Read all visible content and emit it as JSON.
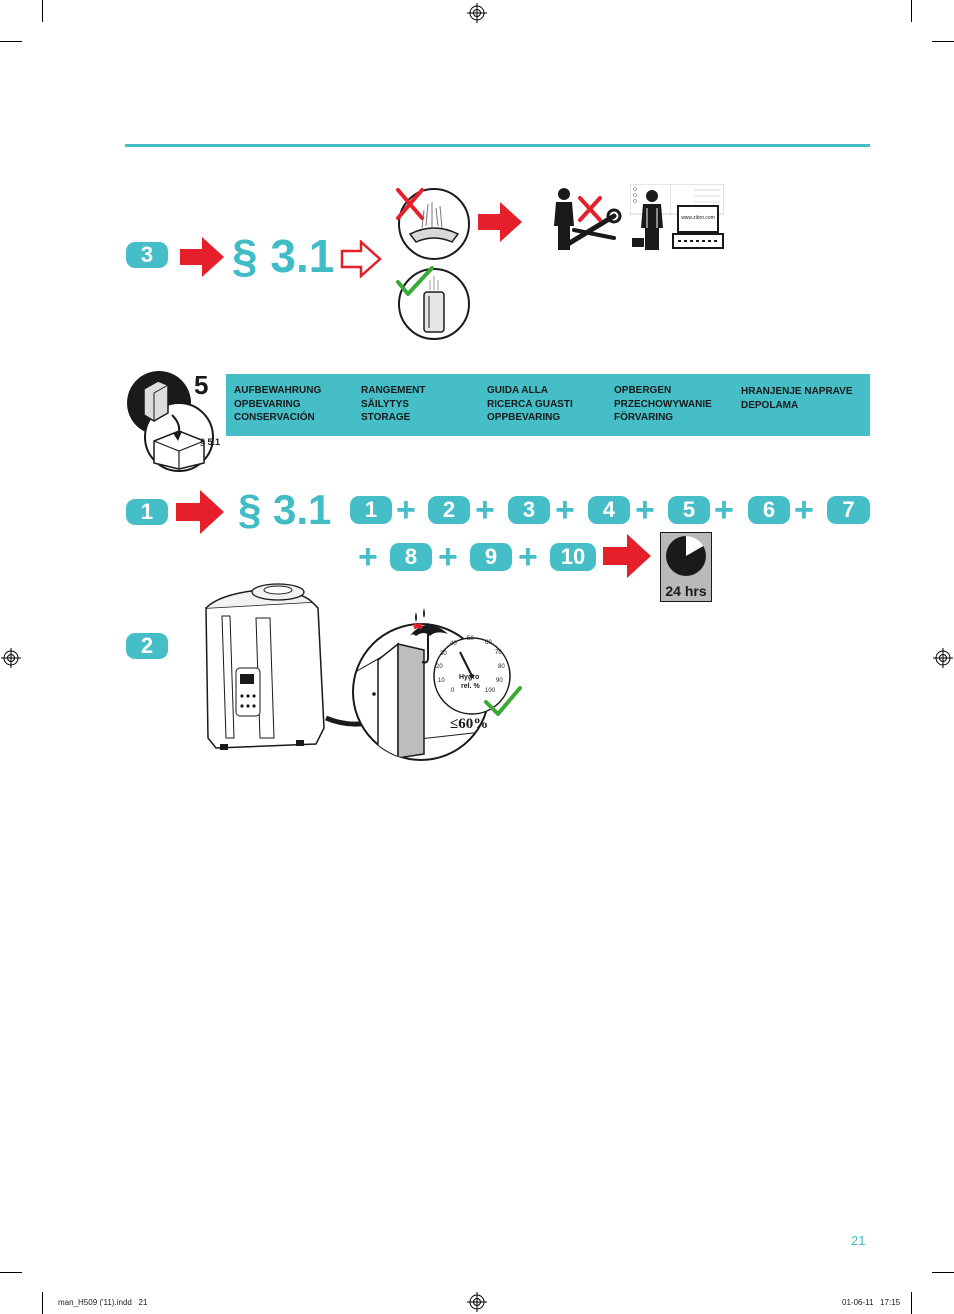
{
  "section_ref": "§ 3.1",
  "row1": {
    "step_badge": "3"
  },
  "service": {
    "url_label": "www.zibro.com"
  },
  "storage": {
    "chapter_number": "5",
    "section_ref": "§ 5.1",
    "columns": [
      [
        "AUFBEWAHRUNG",
        "OPBEVARING",
        "CONSERVACIÓN"
      ],
      [
        "RANGEMENT",
        "SÄILYTYS",
        "STORAGE"
      ],
      [
        "GUIDA ALLA",
        "RICERCA GUASTI",
        "OPPBEVARING"
      ],
      [
        "OPBERGEN",
        "PRZECHOWYWANIE",
        "FÖRVARING"
      ],
      [
        "HRANJENJE NAPRAVE",
        "DEPOLAMA"
      ]
    ]
  },
  "step1": {
    "badge": "1",
    "sequence_row1": [
      "1",
      "2",
      "3",
      "4",
      "5",
      "6",
      "7"
    ],
    "sequence_row2": [
      "8",
      "9",
      "10"
    ],
    "timer_label": "24 hrs"
  },
  "step2": {
    "badge": "2",
    "hygrometer": {
      "ticks": [
        "0",
        "10",
        "20",
        "30",
        "40",
        "50",
        "60",
        "70",
        "80",
        "90",
        "100"
      ],
      "label_line1": "Hygro",
      "label_line2": "rel. %"
    },
    "humidity_limit": "≤60%"
  },
  "page_number": "21",
  "footer": {
    "file": "man_H509 ('11).indd   21",
    "timestamp": "01-06-11   17:15"
  },
  "colors": {
    "accent": "#45bec8",
    "arrow_red": "#e5202a",
    "check_green": "#3aa935"
  }
}
